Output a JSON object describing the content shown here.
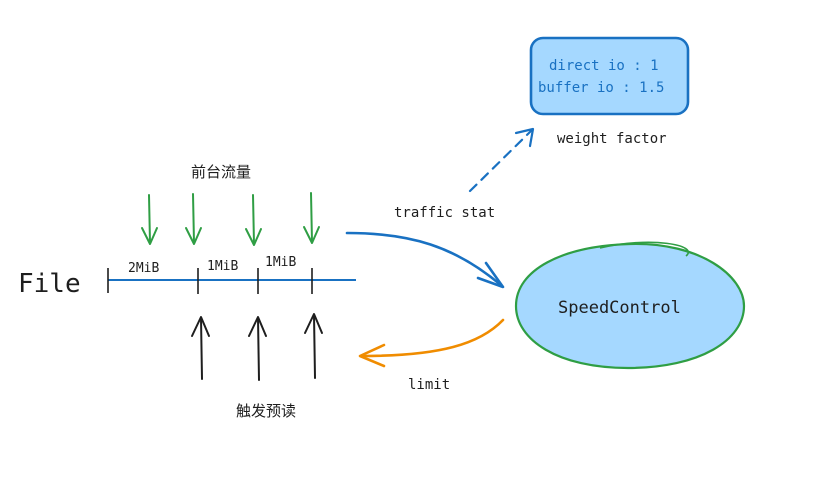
{
  "file_label": "File",
  "foreground_traffic_label": "前台流量",
  "trigger_readahead_label": "触发预读",
  "segments": [
    "2MiB",
    "1MiB",
    "1MiB"
  ],
  "edges": {
    "traffic_stat": "traffic stat",
    "limit": "limit",
    "weight_factor": "weight factor"
  },
  "nodes": {
    "speed_control": "SpeedControl",
    "weights": {
      "direct_io": "direct io : 1",
      "buffer_io": "buffer io : 1.5"
    }
  },
  "colors": {
    "ink": "#1e1e1e",
    "green": "#2f9e44",
    "blue": "#1971c2",
    "orange": "#f08c00",
    "fill_blue": "#a5d8ff"
  }
}
